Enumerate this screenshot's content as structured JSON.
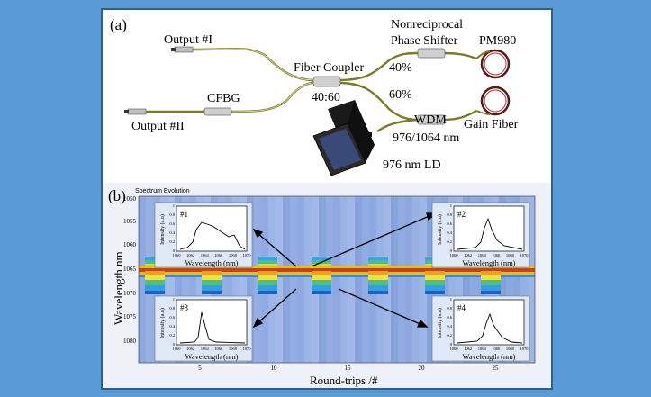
{
  "panel_a": {
    "label": "(a)",
    "output1": "Output #I",
    "output2": "Output #II",
    "cfbg": "CFBG",
    "coupler": "Fiber Coupler",
    "ratio": "40:60",
    "pct40": "40%",
    "pct60": "60%",
    "phase_line1": "Nonreciprocal",
    "phase_line2": "Phase Shifter",
    "pm980": "PM980",
    "gain_fiber": "Gain Fiber",
    "wdm": "WDM",
    "wdm_spec": "976/1064 nm",
    "ld": "976 nm LD"
  },
  "panel_b": {
    "label": "(b)",
    "window_title": "Spectrum Evolution",
    "ylabel": "Wavelength  nm",
    "xlabel": "Round-trips  /#",
    "y_ticks": [
      "1050",
      "1055",
      "1060",
      "1065",
      "1070",
      "1075",
      "1080"
    ],
    "x_ticks": [
      "5",
      "10",
      "15",
      "20",
      "25"
    ],
    "insets": [
      {
        "tag": "#1",
        "xlabel": "Wavelength (nm)",
        "ylabel": "Intensity (a.u)"
      },
      {
        "tag": "#2",
        "xlabel": "Wavelength (nm)",
        "ylabel": "Intensity (a.u)"
      },
      {
        "tag": "#3",
        "xlabel": "Wavelength (nm)",
        "ylabel": "Intensity (a.u)"
      },
      {
        "tag": "#4",
        "xlabel": "Wavelength (nm)",
        "ylabel": "Intensity (a.u)"
      }
    ],
    "inset_x_ticks": [
      "1060",
      "1062",
      "1064",
      "1066",
      "1068",
      "1070"
    ],
    "inset_y_ticks": [
      "0",
      "0.2",
      "0.4",
      "0.6",
      "0.8",
      "1"
    ]
  }
}
